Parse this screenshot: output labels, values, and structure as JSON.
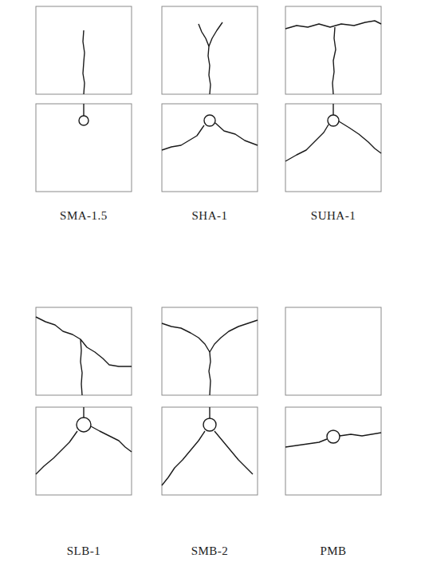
{
  "diagram": {
    "labels": [
      "SMA-1.5",
      "SHA-1",
      "SUHA-1",
      "SLB-1",
      "SMB-2",
      "PMB"
    ]
  }
}
